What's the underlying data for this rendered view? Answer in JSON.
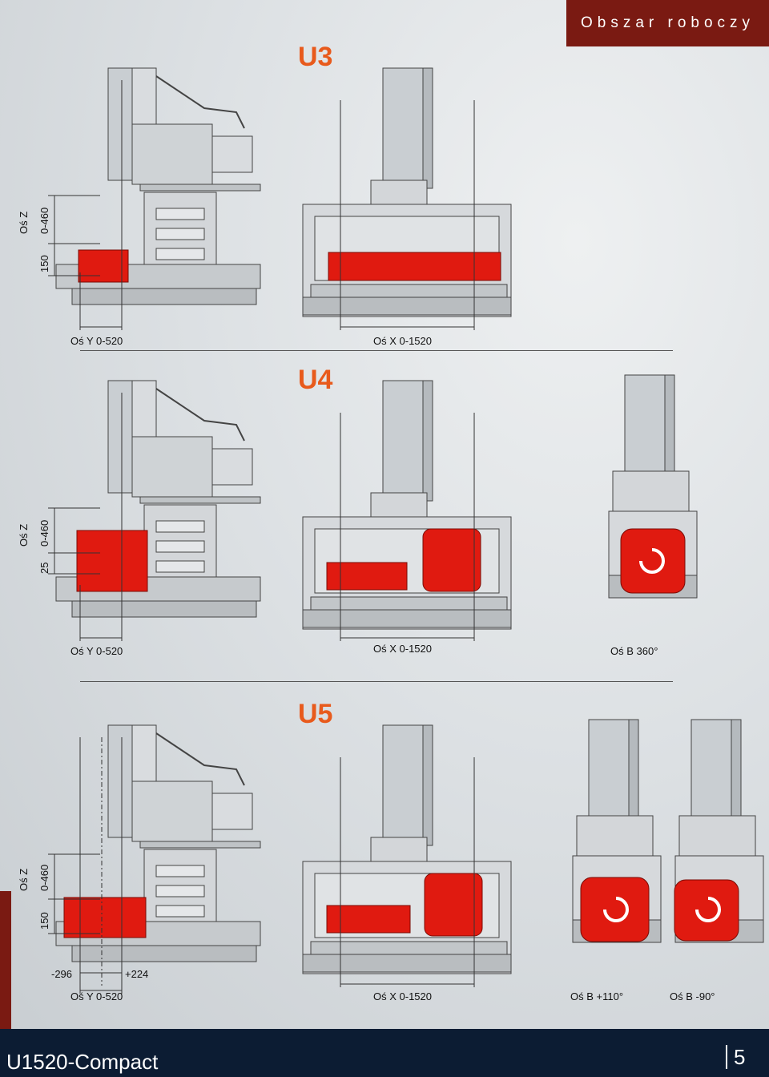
{
  "header": {
    "title": "Obszar roboczy"
  },
  "sections": [
    {
      "name": "U3",
      "labels": {
        "z_axis": "Oś Z",
        "z_travel": "0-460",
        "z_offset": "150",
        "y_axis": "Oś Y 0-520",
        "x_axis": "Oś X 0-1520"
      }
    },
    {
      "name": "U4",
      "labels": {
        "z_axis": "Oś Z",
        "z_travel": "0-460",
        "z_offset": "25",
        "y_axis": "Oś Y 0-520",
        "x_axis": "Oś X 0-1520",
        "b_axis": "Oś B 360°"
      }
    },
    {
      "name": "U5",
      "labels": {
        "z_axis": "Oś Z",
        "z_travel": "0-460",
        "z_offset": "150",
        "y_neg": "-296",
        "y_pos": "+224",
        "y_axis": "Oś Y 0-520",
        "x_axis": "Oś X 0-1520",
        "b_pos": "Oś B +110°",
        "b_neg": "Oś B -90°"
      }
    }
  ],
  "footer": {
    "model": "U1520-Compact",
    "page_number": "5"
  },
  "colors": {
    "accent": "#e85a1c",
    "banner": "#7a1a12",
    "footer": "#0c1c33",
    "table_red": "#e01a10"
  }
}
